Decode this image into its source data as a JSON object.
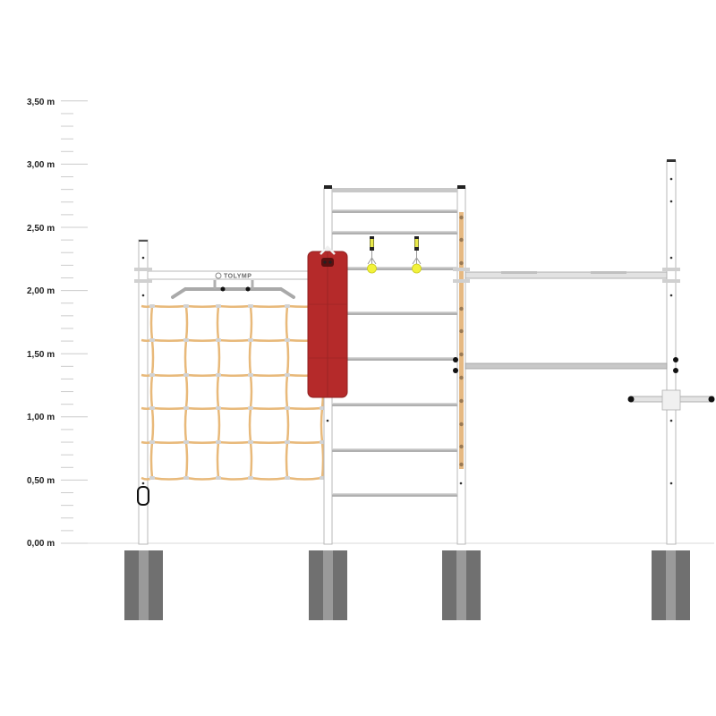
{
  "scale": {
    "unit": "m",
    "labels": [
      "0,00 m",
      "0,50 m",
      "1,00 m",
      "1,50 m",
      "2,00 m",
      "2,50 m",
      "3,00 m",
      "3,50 m"
    ]
  },
  "brand": {
    "name": "TOLYMP"
  },
  "colors": {
    "frame": "#ffffff",
    "frame_edge": "#b8b8b8",
    "bar": "#a9a9a9",
    "net_rope": "#e8b97a",
    "punching_bag": "#b52a2a",
    "gym_ring_handle": "#f2f23a",
    "anchor_block": "#707070",
    "wood_inset": "#e6b982",
    "scale_tick": "#cccccc"
  },
  "equipment": {
    "items": [
      "climbing-net",
      "pull-up-bar",
      "punching-bag",
      "gym-ring-handles",
      "wall-bars",
      "horizontal-ladder",
      "parallel-bar",
      "dip-bars"
    ],
    "foundation_blocks": 4
  }
}
